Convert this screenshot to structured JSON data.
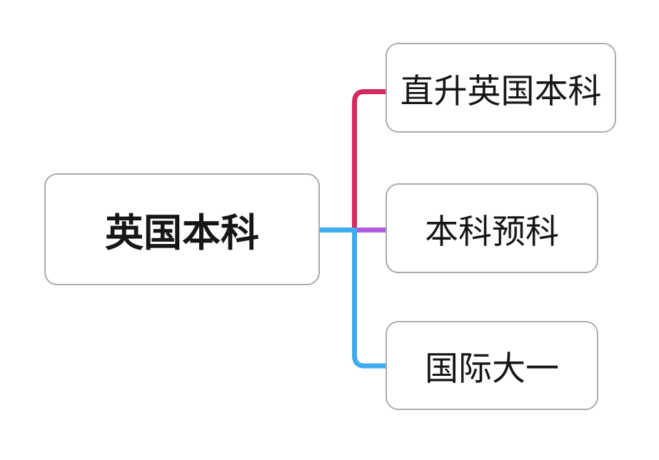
{
  "diagram": {
    "type": "mindmap",
    "root": {
      "label": "英国本科"
    },
    "children": [
      {
        "label": "直升英国本科"
      },
      {
        "label": "本科预科"
      },
      {
        "label": "国际大一"
      }
    ]
  },
  "connectors": {
    "top_branch_color": "#D32B60",
    "middle_branch_color": "#AB5CE2",
    "bottom_branch_color": "#3FABF0",
    "root_stub_color": "#3FABF0"
  },
  "colors": {
    "background": "#FFFFFF",
    "node_fill": "#FFFFFF",
    "node_border": "#ABABAB",
    "text": "#161616"
  }
}
